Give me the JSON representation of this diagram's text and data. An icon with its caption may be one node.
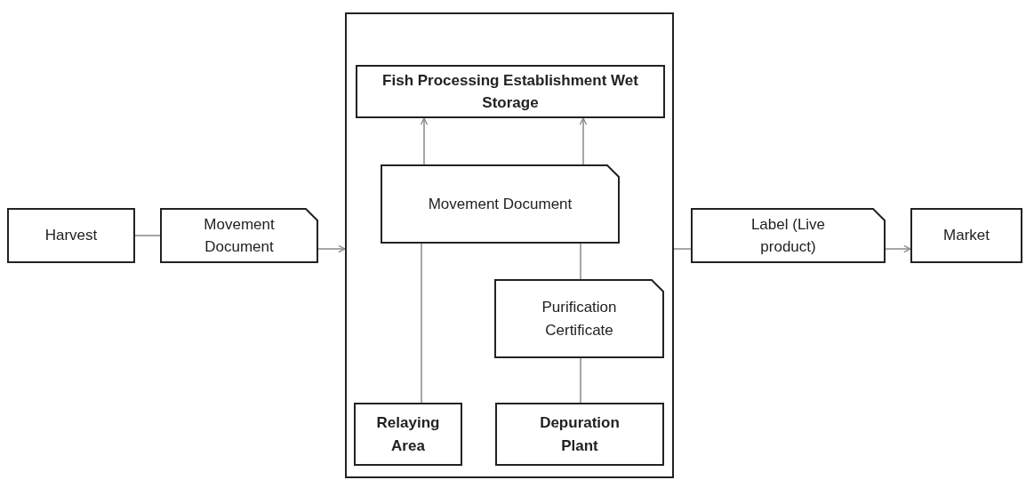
{
  "diagram": {
    "nodes": [
      {
        "text": [
          "Harvest"
        ]
      },
      {
        "text": [
          "Movement Document"
        ]
      },
      {
        "text": [],
        "shape": "box"
      },
      {
        "text": [
          "Fish Processing Establishment Wet Storage"
        ],
        "in": 2
      },
      {
        "text": [
          "Movement Document"
        ],
        "in": 2
      },
      {
        "text": [
          "Purification Certificate"
        ],
        "in": 2
      },
      {
        "text": [
          "Relaying Area"
        ],
        "in": 2
      },
      {
        "text": [
          "Depuration Plant"
        ],
        "in": 2
      },
      {
        "text": [
          "Label (Live product)"
        ]
      },
      {
        "text": [
          "Market"
        ]
      }
    ],
    "edges": [
      {
        "from": 0,
        "to": 1,
        "arrow": "none"
      },
      {
        "from": 1,
        "to": 2,
        "arrow": "to"
      },
      {
        "from": 4,
        "to": 3,
        "arrow": "to"
      },
      {
        "from": 4,
        "to": 3,
        "arrow": "to"
      },
      {
        "from": 6,
        "to": 4,
        "arrow": "none"
      },
      {
        "from": 7,
        "to": 5,
        "arrow": "none"
      },
      {
        "from": 5,
        "to": 4,
        "arrow": "none"
      },
      {
        "from": 2,
        "to": 8,
        "arrow": "none"
      },
      {
        "from": 8,
        "to": 9,
        "arrow": "to"
      }
    ]
  }
}
